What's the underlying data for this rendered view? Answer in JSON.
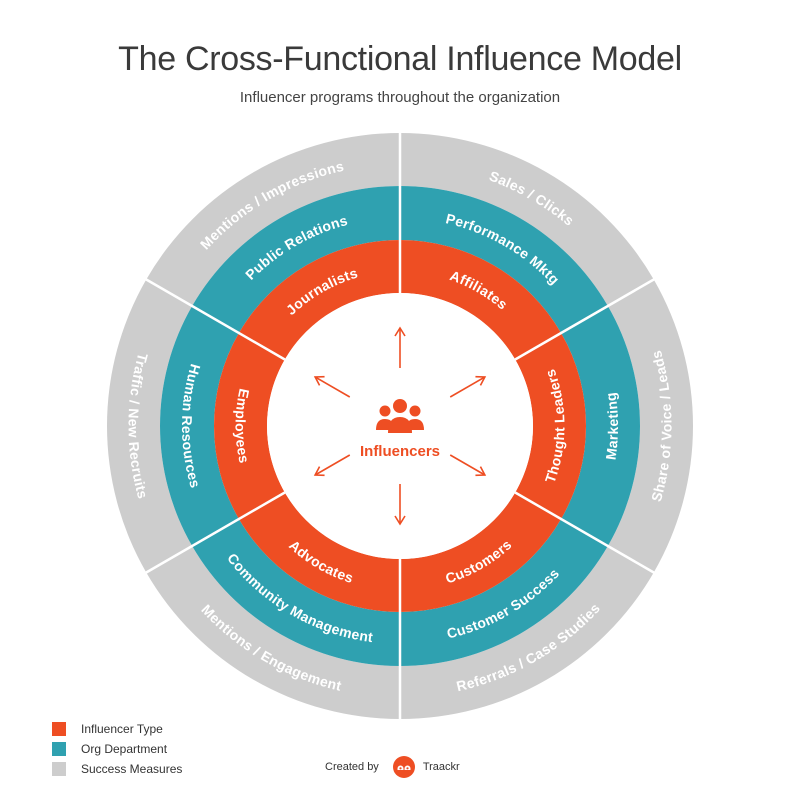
{
  "title": "The Cross-Functional Influence Model",
  "subtitle": "Influencer programs throughout the organization",
  "center": {
    "label": "Influencers",
    "icon": "people-group-icon"
  },
  "colors": {
    "influencer_type": "#EE4E23",
    "org_department": "#2FA1B0",
    "success_measures": "#CDCDCD",
    "text_light": "#FFFFFF"
  },
  "segments": [
    {
      "influencer_type": "Journalists",
      "org_department": "Public Relations",
      "success_measure": "Mentions / Impressions"
    },
    {
      "influencer_type": "Affiliates",
      "org_department": "Performance Mktg",
      "success_measure": "Sales / Clicks"
    },
    {
      "influencer_type": "Thought Leaders",
      "org_department": "Marketing",
      "success_measure": "Share of Voice / Leads"
    },
    {
      "influencer_type": "Customers",
      "org_department": "Customer Success",
      "success_measure": "Referrals / Case Studies"
    },
    {
      "influencer_type": "Advocates",
      "org_department": "Community Management",
      "success_measure": "Mentions / Engagement"
    },
    {
      "influencer_type": "Employees",
      "org_department": "Human Resources",
      "success_measure": "Traffic / New Recruits"
    }
  ],
  "legend": [
    {
      "label": "Influencer Type",
      "color": "#EE4E23"
    },
    {
      "label": "Org Department",
      "color": "#2FA1B0"
    },
    {
      "label": "Success Measures",
      "color": "#CDCDCD"
    }
  ],
  "credit": {
    "prefix": "Created by",
    "brand": "Traackr",
    "logo_icon": "traackr-logo-icon"
  }
}
